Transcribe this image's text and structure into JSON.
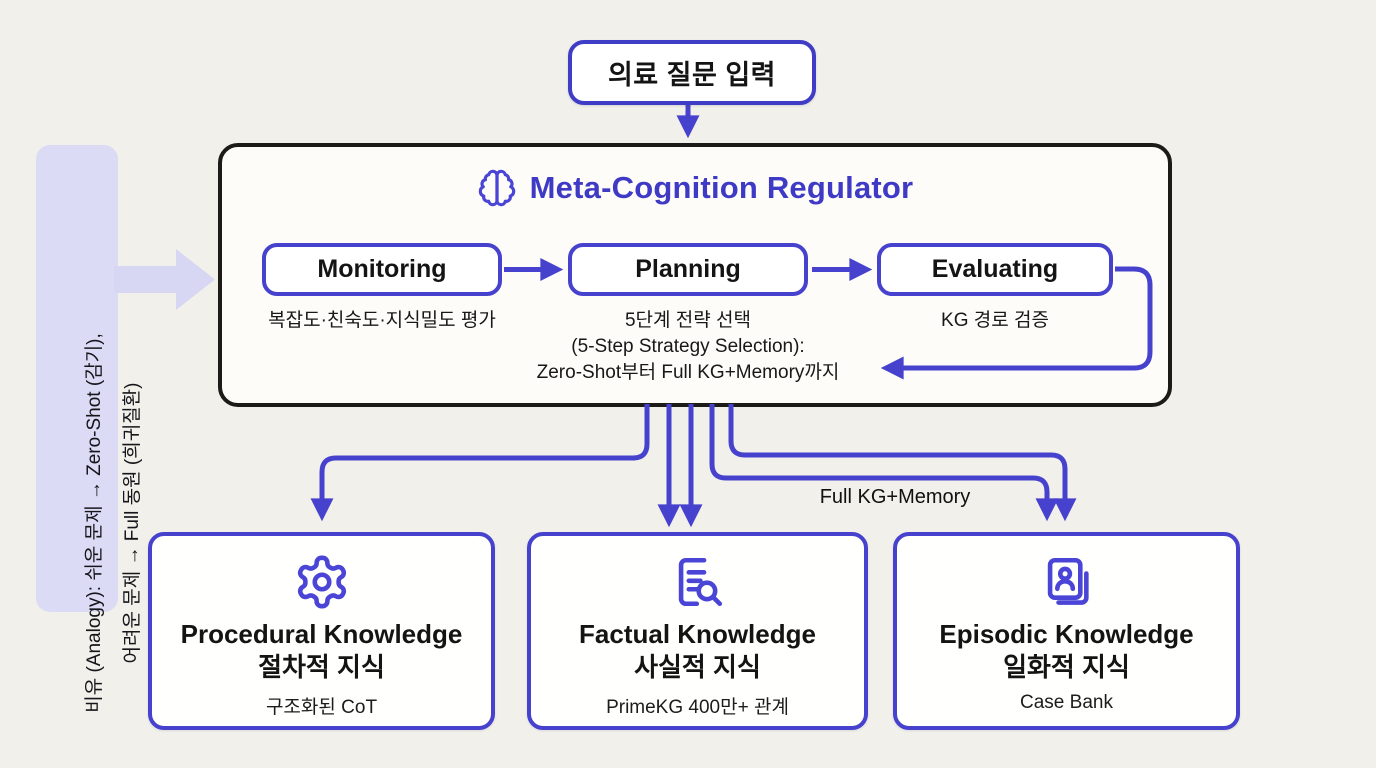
{
  "diagram_title": "Meta-Cognition Regulator",
  "colors": {
    "background": "#f1f0ea",
    "accent_indigo": "#4642cd",
    "title_indigo": "#3e3ac6",
    "main_border_dark": "#1d1b17",
    "sidebar_lavender": "#dcdbf5",
    "block_arrow_lavender": "#d8d7f3",
    "text_black": "#141414"
  },
  "input_box": {
    "label": "의료 질문 입력"
  },
  "side_note": {
    "line1": "비유 (Analogy): 쉬운 문제 → Zero-Shot (감기),",
    "line2": "어려운 문제 → Full 동원 (희귀질환)"
  },
  "regulator": {
    "icon": "brain-icon",
    "title": "Meta-Cognition Regulator",
    "stages": [
      {
        "label": "Monitoring",
        "desc": "복잡도·친숙도·지식밀도 평가"
      },
      {
        "label": "Planning",
        "desc_line1": "5단계 전략 선택",
        "desc_line2": "(5-Step Strategy Selection):",
        "desc_line3": "Zero-Shot부터 Full KG+Memory까지"
      },
      {
        "label": "Evaluating",
        "desc": "KG 경로 검증"
      }
    ]
  },
  "edge_label": "Full KG+Memory",
  "knowledge_boxes": [
    {
      "icon": "gear-icon",
      "title": "Procedural Knowledge",
      "subtitle_kr": "절차적 지식",
      "detail": "구조화된 CoT"
    },
    {
      "icon": "document-search-icon",
      "title": "Factual Knowledge",
      "subtitle_kr": "사실적 지식",
      "detail": "PrimeKG 400만+ 관계"
    },
    {
      "icon": "case-bank-icon",
      "title": "Episodic Knowledge",
      "subtitle_kr": "일화적 지식",
      "detail": "Case Bank"
    }
  ]
}
